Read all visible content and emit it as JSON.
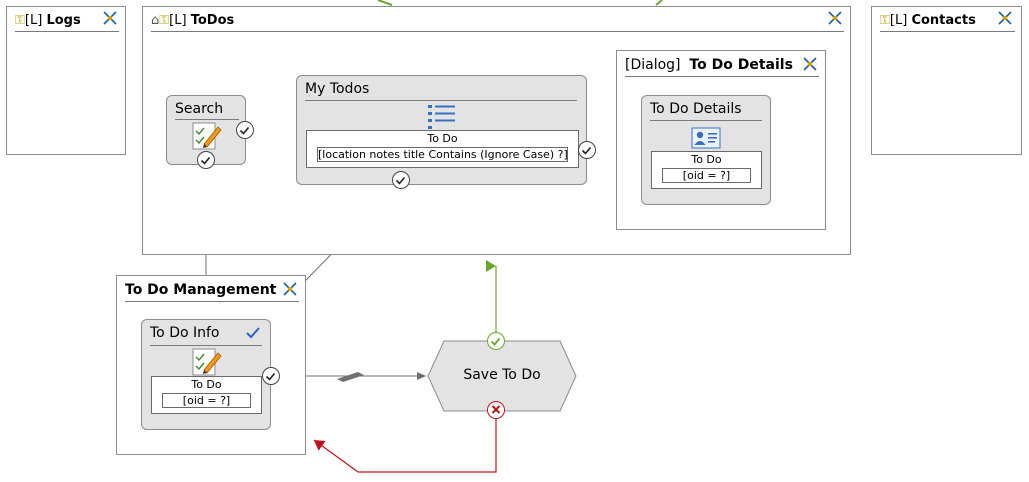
{
  "areas": {
    "logs": {
      "prefix": "[L]",
      "name": "Logs"
    },
    "todos": {
      "prefix": "[L]",
      "name": "ToDos"
    },
    "contacts": {
      "prefix": "[L]",
      "name": "Contacts"
    },
    "dialog": {
      "prefix": "[Dialog]",
      "name": "To Do Details"
    },
    "management": {
      "name": "To Do Management"
    }
  },
  "units": {
    "search": {
      "title": "Search"
    },
    "my_todos": {
      "title": "My Todos",
      "entity": "To Do",
      "condition": "[location notes title Contains (Ignore Case) ?]"
    },
    "details": {
      "title": "To Do Details",
      "entity": "To Do",
      "condition": "[oid = ?]"
    },
    "info": {
      "title": "To Do Info",
      "entity": "To Do",
      "condition": "[oid = ?]"
    }
  },
  "operation": {
    "label": "Save To Do"
  },
  "colors": {
    "ok_link": "#6aa82a",
    "ko_link": "#c0101a",
    "link": "#707070",
    "unit_bg": "#e3e3e3"
  }
}
